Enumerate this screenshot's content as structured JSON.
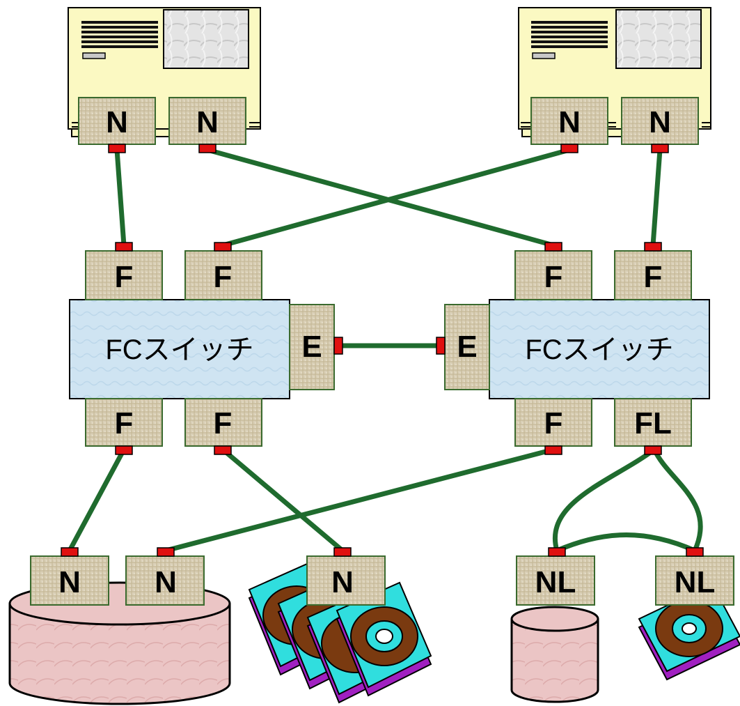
{
  "colors": {
    "link": "#1f6b2e",
    "port_connector": "#e01010",
    "port_fill": "#d8cdb5",
    "switch_fill": "#cfe3f1",
    "server_fill": "#fbf9c2",
    "storage_fill": "#ecc6c6",
    "disk_platter": "#7a3a10",
    "disk_body": "#30dede",
    "disk_base": "#a020c0"
  },
  "icons": {
    "server": "server-icon",
    "storage": "storage-cylinder-icon",
    "disk": "hard-disk-icon"
  },
  "switches": [
    {
      "id": "sw1",
      "label": "FCスイッチ"
    },
    {
      "id": "sw2",
      "label": "FCスイッチ"
    }
  ],
  "ports": {
    "srv1_a": "N",
    "srv1_b": "N",
    "srv2_a": "N",
    "srv2_b": "N",
    "sw1_top_a": "F",
    "sw1_top_b": "F",
    "sw2_top_a": "F",
    "sw2_top_b": "F",
    "sw1_e": "E",
    "sw2_e": "E",
    "sw1_bot_a": "F",
    "sw1_bot_b": "F",
    "sw2_bot_a": "F",
    "sw2_bot_b": "FL",
    "stor1_a": "N",
    "stor1_b": "N",
    "disks1": "N",
    "stor2": "NL",
    "disk2": "NL"
  }
}
